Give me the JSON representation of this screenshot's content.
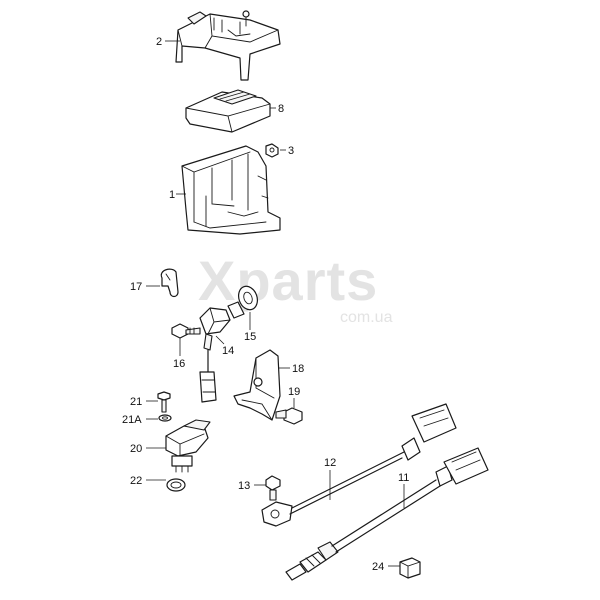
{
  "watermark": {
    "brand": "Xparts",
    "domain": "com.ua"
  },
  "callouts": {
    "c1": "1",
    "c2": "2",
    "c3": "3",
    "c8": "8",
    "c11": "11",
    "c12": "12",
    "c13": "13",
    "c14": "14",
    "c15": "15",
    "c16": "16",
    "c17": "17",
    "c18": "18",
    "c19": "19",
    "c20": "20",
    "c21": "21",
    "c21a": "21A",
    "c22": "22",
    "c24": "24"
  }
}
